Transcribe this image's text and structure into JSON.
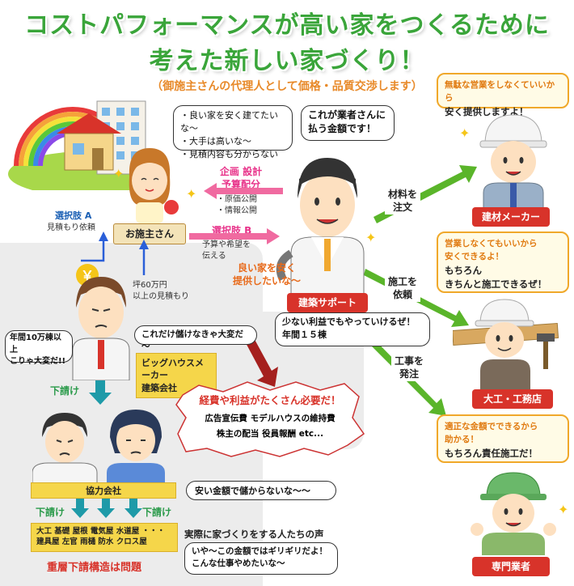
{
  "title": {
    "line1": "コストパフォーマンスが高い家をつくるために",
    "line2": "考えた新しい家づくり！",
    "subtitle": "（御施主さんの代理人として価格・品質交渉します）"
  },
  "owner": {
    "thought_lines": [
      "・良い家を安く建てたいな～",
      "・大手は高いな～",
      "・見積内容も分からない"
    ],
    "label": "お施主さん",
    "option_a_title": "選択肢 A",
    "option_a_desc": "見積もり依頼",
    "option_b_title": "選択肢 B",
    "option_b_desc1": "予算や希望を",
    "option_b_desc2": "伝える"
  },
  "support": {
    "speech_line1": "これが業者さんに",
    "speech_line2": "払う金額です！",
    "plan_line1": "企画 設計",
    "plan_line2": "予算配分",
    "disclose1": "・原価公開",
    "disclose2": "・情報公開",
    "cheap_line1": "良い家を安く",
    "cheap_line2": "提供したいな～",
    "label": "建築サポート"
  },
  "big_house": {
    "quote_line1": "坪60万円",
    "quote_line2": "以上の見積もり",
    "worry_line1": "年間10万棟以上",
    "worry_line2": "こりゃ大変だ!!",
    "speech": "これだけ儲けなきゃ大変だ～",
    "name_line1": "ビッグハウスメーカー",
    "name_line2": "建築会社",
    "expense_title": "経費や利益がたくさん必要だ！",
    "expense_line1": "広告宣伝費 モデルハウスの維持費",
    "expense_line2": "株主の配当 役員報酬 etc..."
  },
  "subcontract": {
    "down1": "下請け",
    "partner_label": "協力会社",
    "down2": "下請け",
    "down3": "下請け",
    "partner_voice": "安い金額で儲からないな～～",
    "trades_line1": "大工 基礎 屋根 電気屋 水道屋 ・・・",
    "trades_line2": "建具屋 左官 雨樋 防水 クロス屋",
    "problem": "重層下請構造は問題",
    "voices_title": "実際に家づくりをする人たちの声",
    "voices_line1": "いや～この金額ではギリギリだよ！",
    "voices_line2": "こんな仕事やめたいな～"
  },
  "flows": {
    "material_line1": "材料を",
    "material_line2": "注文",
    "construction_line1": "施工を",
    "construction_line2": "依頼",
    "work_line1": "工事を",
    "work_line2": "発注"
  },
  "builder_speech": {
    "line1": "少ない利益でもやっていけるぜ！",
    "line2": "年間１５棟"
  },
  "material_maker": {
    "small": "無駄な営業をしなくていいから",
    "main": "安く提供しますよ！",
    "label": "建材メーカー"
  },
  "carpenter": {
    "small1": "営業しなくてもいいから",
    "small2": "安くできるよ！",
    "main1": "もちろん",
    "main2": "きちんと施工できるぜ！",
    "label": "大工・工務店"
  },
  "specialist": {
    "small1": "適正な金額でできるから",
    "small2": "助かる！",
    "main": "もちろん責任施工だ！",
    "label": "専門業者"
  },
  "icons": {
    "yen": "￥"
  },
  "colors": {
    "title_green": "#3aa53a",
    "accent_red": "#d8332a",
    "arrow_green": "#5ab52a",
    "arrow_teal": "#1e9aa8",
    "arrow_pink": "#f06aa0",
    "arrow_dark_red": "#a5201e",
    "arrow_blue": "#2a5fd8"
  }
}
